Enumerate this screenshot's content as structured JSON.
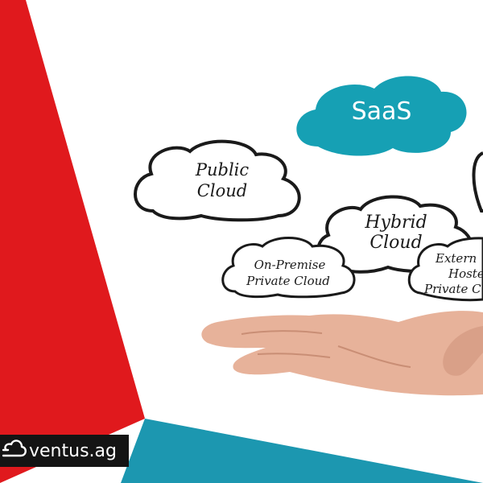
{
  "colors": {
    "red": "#e0191d",
    "teal": "#1c97b0",
    "saas_cloud": "#16a0b4",
    "dark": "#141414",
    "skin": "#e7b29a",
    "skin_shadow": "#c98e75"
  },
  "clouds": {
    "saas": "SaaS",
    "public_line1": "Public",
    "public_line2": "Cloud",
    "hybrid_line1": "Hybrid",
    "hybrid_line2": "Cloud",
    "onprem_line1": "On-Premise",
    "onprem_line2": "Private Cloud",
    "external_line1": "Extern",
    "external_line2": "Hoste",
    "external_line3": "Private C"
  },
  "brand": {
    "name": "ventus.ag",
    "logo_icon": "cloud-outline-icon"
  }
}
